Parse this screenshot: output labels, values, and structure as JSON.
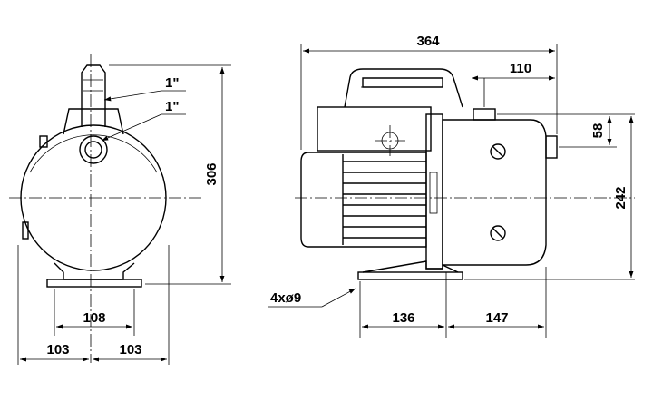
{
  "front_view": {
    "dims": {
      "height": "306",
      "foot_spacing": "108",
      "half_width_left": "103",
      "half_width_right": "103",
      "port_top": "1\"",
      "port_front": "1\""
    }
  },
  "side_view": {
    "dims": {
      "overall_length": "364",
      "outlet_offset": "110",
      "inlet_drop": "58",
      "shaft_height": "242",
      "foot_left": "136",
      "foot_right": "147",
      "mounting_holes": "4xø9"
    }
  },
  "colors": {
    "line": "#000000",
    "background": "#ffffff"
  }
}
